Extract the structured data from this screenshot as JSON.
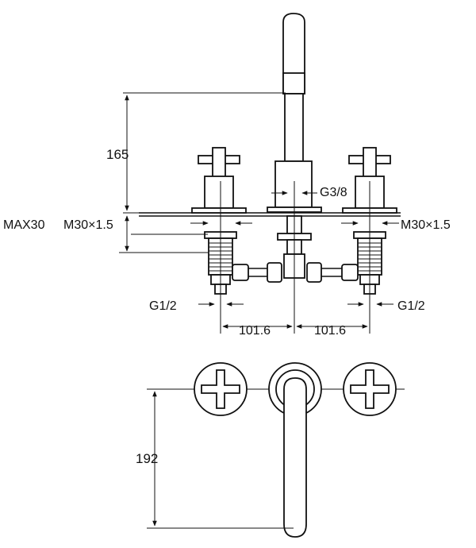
{
  "diagram": {
    "labels": {
      "height_spout": "165",
      "thread_center": "G3/8",
      "max_deck": "MAX30",
      "thread_left": "M30×1.5",
      "thread_right": "M30×1.5",
      "inlet_left": "G1/2",
      "inlet_right": "G1/2",
      "spacing_left": "101.6",
      "spacing_right": "101.6",
      "reach": "192"
    }
  }
}
